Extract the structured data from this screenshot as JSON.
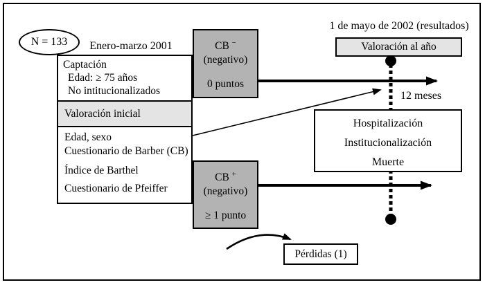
{
  "colors": {
    "cb_box_fill": "#b3b3b3",
    "highlight_fill": "#e4e4e4",
    "line": "#000000",
    "background": "#ffffff"
  },
  "cohort": {
    "n_label": "N = 133"
  },
  "timeline": {
    "start_label": "Enero-marzo 2001",
    "end_label": "1 de mayo de 2002 (resultados)",
    "duration_label": "12 meses"
  },
  "recruitment": {
    "title": "Captación",
    "criteria": [
      "Edad: ≥ 75 años",
      "No intitucionalizados"
    ]
  },
  "initial_assessment": {
    "label": "Valoración inicial",
    "measures": [
      "Edad, sexo",
      "Cuestionario de Barber (CB)",
      "Índice de Barthel",
      "Cuestionario de Pfeiffer"
    ]
  },
  "cb_negative_box": {
    "title_base": "CB",
    "title_sup": "−",
    "subtitle": "(negativo)",
    "score": "0 puntos"
  },
  "cb_positive_box": {
    "title_base": "CB",
    "title_sup": "+",
    "subtitle": "(negativo)",
    "score": "≥ 1 punto"
  },
  "year_assessment_box": {
    "label": "Valoración al año"
  },
  "outcomes_box": {
    "items": [
      "Hospitalización",
      "Institucionalización",
      "Muerte"
    ]
  },
  "losses_box": {
    "label": "Pérdidas (1)"
  }
}
